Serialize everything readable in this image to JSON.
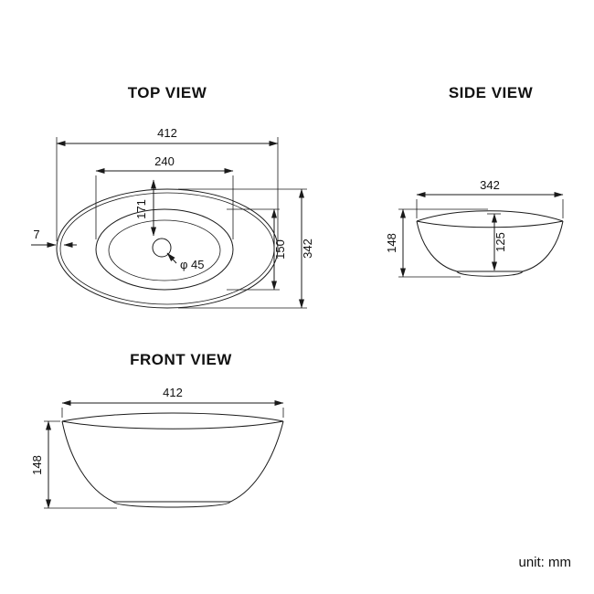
{
  "unit_label": "unit: mm",
  "colors": {
    "background": "#ffffff",
    "line": "#1a1a1a",
    "text": "#111111"
  },
  "views": {
    "top": {
      "title": "TOP VIEW",
      "dims": {
        "outer_width": "412",
        "opening_width": "240",
        "drain_center": "171",
        "opening_depth": "150",
        "outer_depth": "342",
        "rim_thickness": "7",
        "drain_diameter": "φ 45"
      }
    },
    "side": {
      "title": "SIDE VIEW",
      "dims": {
        "width": "342",
        "height": "148",
        "inner_depth": "125"
      }
    },
    "front": {
      "title": "FRONT VIEW",
      "dims": {
        "width": "412",
        "height": "148"
      }
    }
  }
}
